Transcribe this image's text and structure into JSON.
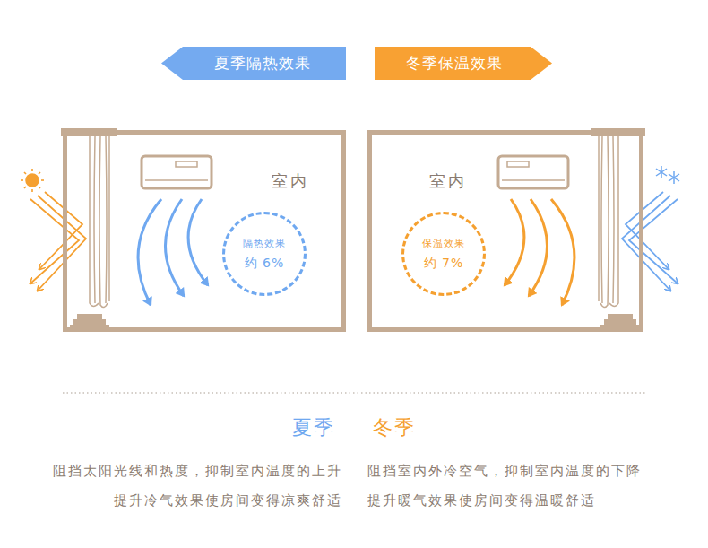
{
  "diagram": {
    "nodes": [
      {
        "text": [
          "夏季隔热效果"
        ]
      },
      {
        "text": [
          "冬季保温效果"
        ]
      },
      {
        "text": [
          "室内"
        ]
      },
      {
        "text": [
          "隔热效果",
          "约 6%"
        ],
        "in": 2
      },
      {
        "text": [
          "室内"
        ]
      },
      {
        "text": [
          "保温效果",
          "约 7%"
        ],
        "in": 4
      }
    ],
    "labels": [
      "夏季",
      "冬季",
      "阻挡太阳光线和热度，抑制室内温度的上升",
      "提升冷气效果使房间变得凉爽舒适",
      "阻挡室内外冷空气，抑制室内温度的下降",
      "提升暖气效果使房间变得温暖舒适"
    ]
  }
}
